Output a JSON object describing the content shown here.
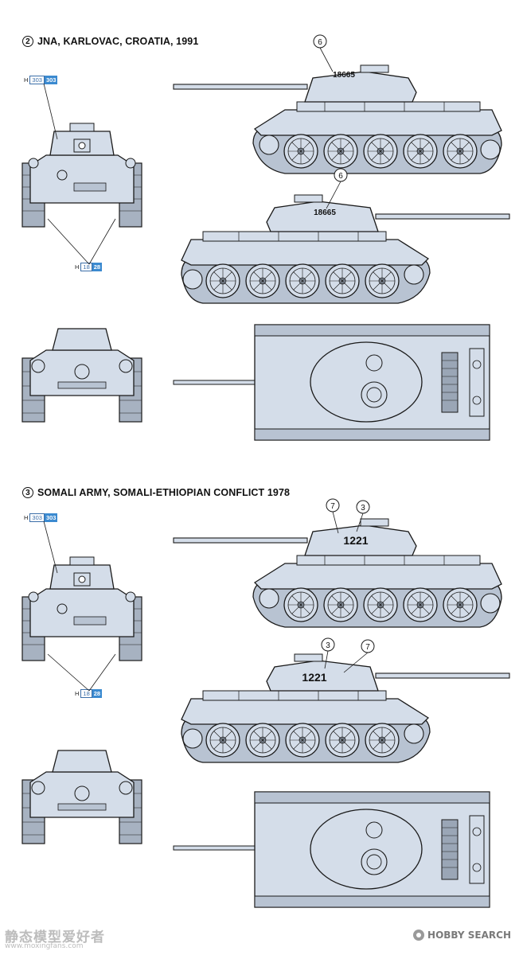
{
  "schemes": [
    {
      "number": "2",
      "title": "JNA, KARLOVAC, CROATIA, 1991",
      "decal_number": "6",
      "hull_number": "18665"
    },
    {
      "number": "3",
      "title": "SOMALI ARMY, SOMALI-ETHIOPIAN CONFLICT 1978",
      "decal_number_emblem": "7",
      "decal_number_numerals": "3",
      "hull_number": "1221"
    }
  ],
  "paint_codes": {
    "top": {
      "prefix": "H",
      "number": "303",
      "chip": "303"
    },
    "bottom": {
      "prefix": "H",
      "number": "18",
      "chip": "28"
    }
  },
  "watermark_left": "静态模型爱好者",
  "watermark_left_url": "www.moxingfans.com",
  "watermark_right": "HOBBY SEARCH",
  "colors": {
    "tank_fill": "#d4dde9",
    "line": "#1a1a1a",
    "chip_blue": "#3b8ad0"
  },
  "icons": [
    "circled-number-icon",
    "hobbysearch-logo-icon",
    "paint-chip-icon",
    "tank-front-view",
    "tank-side-view",
    "tank-rear-view",
    "tank-top-view"
  ]
}
